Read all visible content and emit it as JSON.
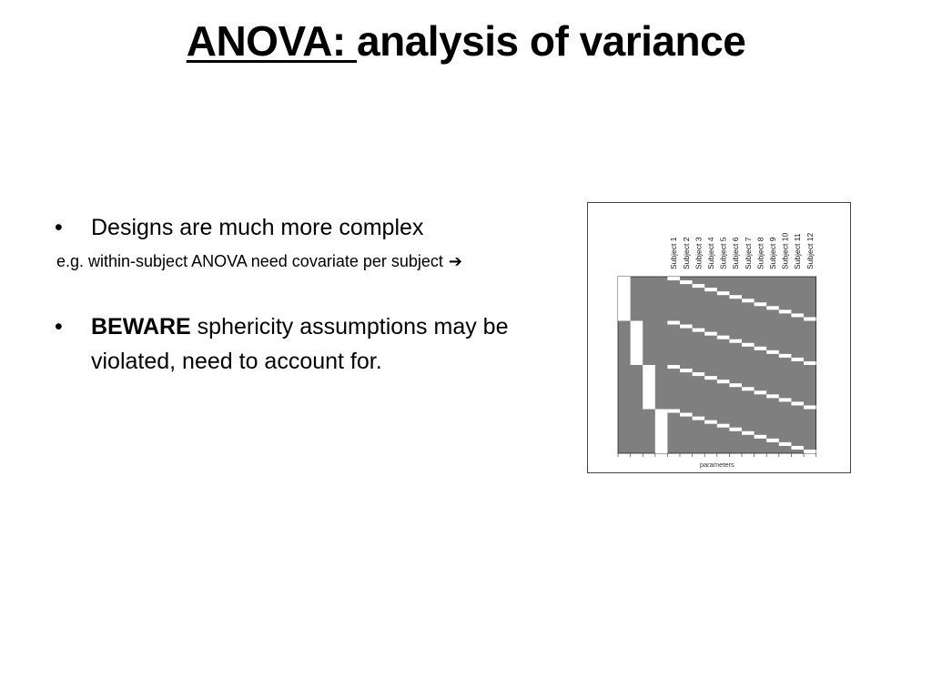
{
  "slide": {
    "title_underlined": "ANOVA: ",
    "title_rest": "analysis of variance",
    "bullet_char": "•",
    "bullet1": "Designs are much more complex",
    "example_note": "e.g. within-subject ANOVA need covariate per subject",
    "arrow_glyph": "➔",
    "bullet2_bold": "BEWARE",
    "bullet2_rest": " sphericity assumptions may be violated, need to account for."
  },
  "figure": {
    "columns": [
      "Subject 1",
      "Subject 2",
      "Subject 3",
      "Subject 4",
      "Subject 5",
      "Subject 6",
      "Subject 7",
      "Subject 8",
      "Subject 9",
      "Subject 10",
      "Subject 11",
      "Subject 12"
    ],
    "x_axis_label": "parameters",
    "n_conditions": 4,
    "colors": {
      "background": "#7f7f7f",
      "active": "#ffffff",
      "matrix_border": "#222222"
    }
  }
}
